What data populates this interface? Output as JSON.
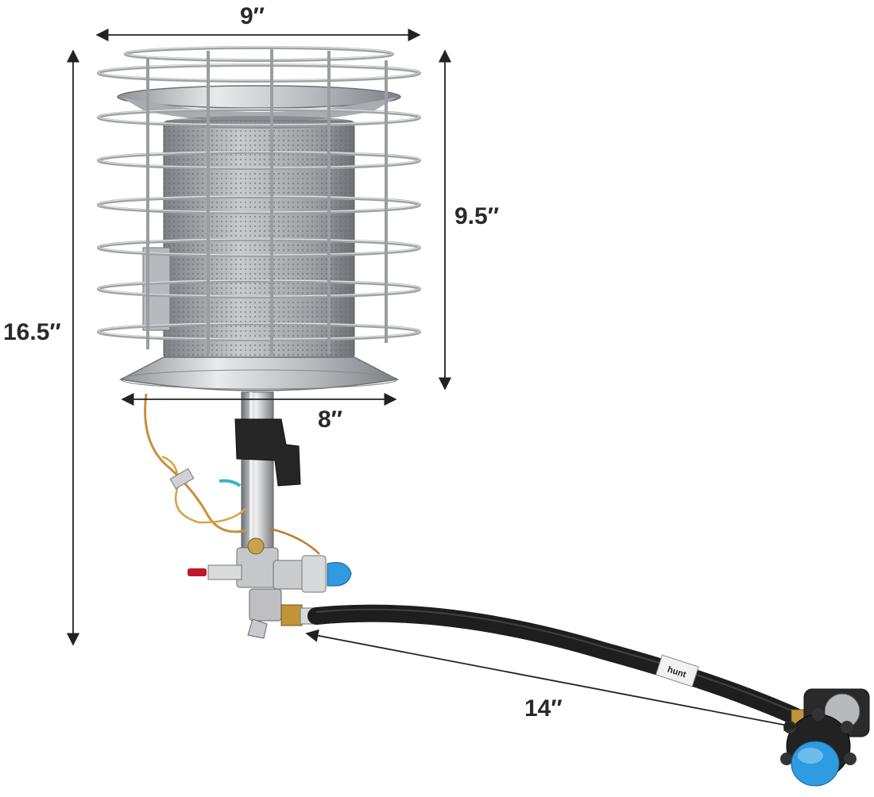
{
  "dimensions": {
    "top_width": "9″",
    "total_height": "16.5″",
    "cage_height": "9.5″",
    "base_width": "8″",
    "hose_length": "14″"
  },
  "regulator_label": "hunt",
  "colors": {
    "steel": "#b9bcc0",
    "mesh": "#8f9296",
    "hose": "#1e1e1e",
    "knob": "#222222",
    "valve_blue": "#2f9be0",
    "brass": "#c2943a",
    "wire": "#c9903a",
    "arrow": "#222222"
  }
}
